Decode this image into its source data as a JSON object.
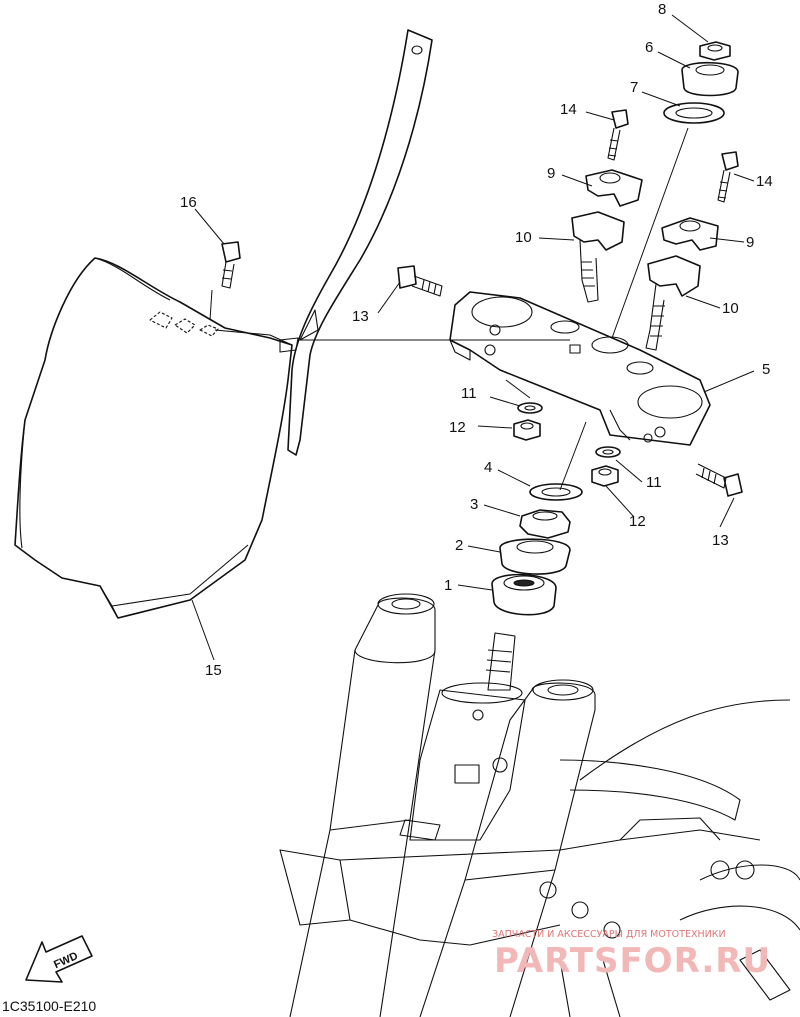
{
  "diagram": {
    "callouts": [
      {
        "id": "c8",
        "label": "8"
      },
      {
        "id": "c6",
        "label": "6"
      },
      {
        "id": "c7",
        "label": "7"
      },
      {
        "id": "c14a",
        "label": "14"
      },
      {
        "id": "c14b",
        "label": "14"
      },
      {
        "id": "c9a",
        "label": "9"
      },
      {
        "id": "c9b",
        "label": "9"
      },
      {
        "id": "c10a",
        "label": "10"
      },
      {
        "id": "c10b",
        "label": "10"
      },
      {
        "id": "c16",
        "label": "16"
      },
      {
        "id": "c13a",
        "label": "13"
      },
      {
        "id": "c13b",
        "label": "13"
      },
      {
        "id": "c5",
        "label": "5"
      },
      {
        "id": "c11a",
        "label": "11"
      },
      {
        "id": "c11b",
        "label": "11"
      },
      {
        "id": "c12a",
        "label": "12"
      },
      {
        "id": "c12b",
        "label": "12"
      },
      {
        "id": "c4",
        "label": "4"
      },
      {
        "id": "c3",
        "label": "3"
      },
      {
        "id": "c2",
        "label": "2"
      },
      {
        "id": "c1",
        "label": "1"
      },
      {
        "id": "c15",
        "label": "15"
      }
    ],
    "direction_label": "FWD",
    "diagram_code": "1C35100-E210"
  },
  "watermark": {
    "tagline": "ЗАПЧАСТИ И АКСЕССУАРЫ ДЛЯ МОТОТЕХНИКИ",
    "brand": "PARTSFOR.RU"
  }
}
